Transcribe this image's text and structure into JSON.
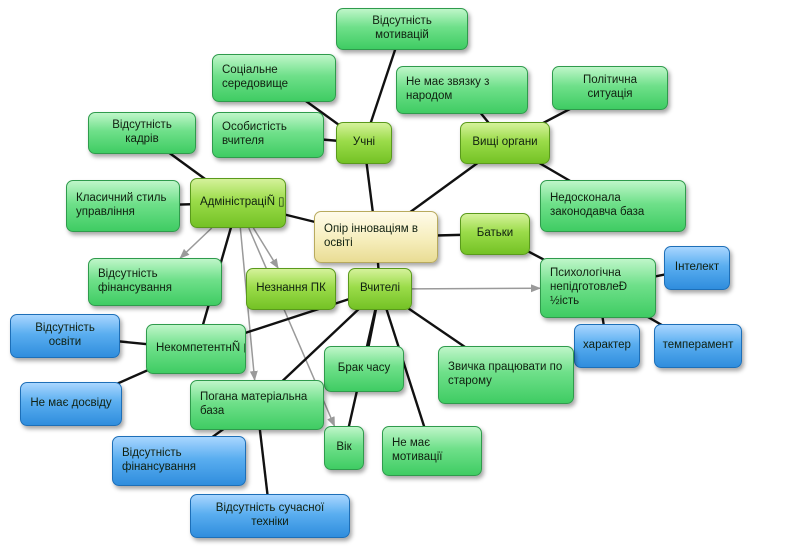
{
  "colors": {
    "green": "#5fdc7e",
    "lime": "#8fd23a",
    "blue": "#4aa3ea",
    "cream": "#f6eec0",
    "line": "#111111",
    "arrow": "#9a9a9a"
  },
  "nodes": [
    {
      "id": "center",
      "label": "Опір інноваціям в освіті",
      "style": "cream"
    },
    {
      "id": "motivation",
      "label": "Відсутність мотивацій",
      "style": "green"
    },
    {
      "id": "social",
      "label": "Соціальне середовище",
      "style": "green"
    },
    {
      "id": "teacher_personality",
      "label": "Особистість вчителя",
      "style": "green"
    },
    {
      "id": "students",
      "label": "Учні",
      "style": "lime"
    },
    {
      "id": "no_contact",
      "label": "Не має звязку з народом",
      "style": "green"
    },
    {
      "id": "politics",
      "label": "Політична ситуація",
      "style": "green"
    },
    {
      "id": "authorities",
      "label": "Вищі органи",
      "style": "lime"
    },
    {
      "id": "no_staff",
      "label": "Відсутність кадрів",
      "style": "green"
    },
    {
      "id": "admin",
      "label": "АдміністраціÑ ▯",
      "style": "lime"
    },
    {
      "id": "classic_style",
      "label": "Класичний стиль управління",
      "style": "green"
    },
    {
      "id": "legislation",
      "label": "Недосконала законодавча база",
      "style": "green"
    },
    {
      "id": "parents",
      "label": "Батьки",
      "style": "lime"
    },
    {
      "id": "no_funding",
      "label": "Відсутність фінансування",
      "style": "green"
    },
    {
      "id": "pc_ignorance",
      "label": "Незнання ПК",
      "style": "lime"
    },
    {
      "id": "teachers",
      "label": "Вчителі",
      "style": "lime"
    },
    {
      "id": "psych",
      "label": "Психологічна непідготовлеÐ ½ість",
      "style": "green"
    },
    {
      "id": "intellect",
      "label": "Інтелект",
      "style": "blue"
    },
    {
      "id": "no_education",
      "label": "Відсутність освіти",
      "style": "blue"
    },
    {
      "id": "incompetence",
      "label": "НекомпетентнÑ ▯сть",
      "style": "green"
    },
    {
      "id": "character",
      "label": "характер",
      "style": "blue"
    },
    {
      "id": "temperament",
      "label": "темперамент",
      "style": "blue"
    },
    {
      "id": "no_experience",
      "label": "Не має досвіду",
      "style": "blue"
    },
    {
      "id": "no_time",
      "label": "Брак часу",
      "style": "green"
    },
    {
      "id": "old_habit",
      "label": "Звичка працювати по старому",
      "style": "green"
    },
    {
      "id": "poor_base",
      "label": "Погана матеріальна база",
      "style": "green"
    },
    {
      "id": "age",
      "label": "Вік",
      "style": "green"
    },
    {
      "id": "no_motivation2",
      "label": "Не має мотивації",
      "style": "green"
    },
    {
      "id": "no_funding2",
      "label": "Відсутність фінансування",
      "style": "blue"
    },
    {
      "id": "no_tech",
      "label": "Відсутність сучасної техніки",
      "style": "blue"
    }
  ],
  "edges": [
    {
      "from": "center",
      "to": "students",
      "kind": "line"
    },
    {
      "from": "center",
      "to": "authorities",
      "kind": "line"
    },
    {
      "from": "center",
      "to": "admin",
      "kind": "line"
    },
    {
      "from": "center",
      "to": "parents",
      "kind": "line"
    },
    {
      "from": "center",
      "to": "teachers",
      "kind": "line"
    },
    {
      "from": "students",
      "to": "motivation",
      "kind": "line"
    },
    {
      "from": "students",
      "to": "social",
      "kind": "line"
    },
    {
      "from": "students",
      "to": "teacher_personality",
      "kind": "line"
    },
    {
      "from": "authorities",
      "to": "no_contact",
      "kind": "line"
    },
    {
      "from": "authorities",
      "to": "politics",
      "kind": "line"
    },
    {
      "from": "authorities",
      "to": "legislation",
      "kind": "line"
    },
    {
      "from": "admin",
      "to": "no_staff",
      "kind": "line"
    },
    {
      "from": "admin",
      "to": "classic_style",
      "kind": "line"
    },
    {
      "from": "admin",
      "to": "incompetence",
      "kind": "line"
    },
    {
      "from": "admin",
      "to": "no_funding",
      "kind": "arrow"
    },
    {
      "from": "admin",
      "to": "pc_ignorance",
      "kind": "arrow"
    },
    {
      "from": "admin",
      "to": "poor_base",
      "kind": "arrow"
    },
    {
      "from": "admin",
      "to": "age",
      "kind": "arrow"
    },
    {
      "from": "parents",
      "to": "psych",
      "kind": "line"
    },
    {
      "from": "psych",
      "to": "intellect",
      "kind": "line"
    },
    {
      "from": "psych",
      "to": "character",
      "kind": "line"
    },
    {
      "from": "psych",
      "to": "temperament",
      "kind": "line"
    },
    {
      "from": "teachers",
      "to": "psych",
      "kind": "arrow"
    },
    {
      "from": "teachers",
      "to": "incompetence",
      "kind": "line"
    },
    {
      "from": "teachers",
      "to": "poor_base",
      "kind": "line"
    },
    {
      "from": "teachers",
      "to": "no_time",
      "kind": "line"
    },
    {
      "from": "teachers",
      "to": "old_habit",
      "kind": "line"
    },
    {
      "from": "teachers",
      "to": "no_motivation2",
      "kind": "line"
    },
    {
      "from": "teachers",
      "to": "age",
      "kind": "line"
    },
    {
      "from": "incompetence",
      "to": "no_education",
      "kind": "line"
    },
    {
      "from": "incompetence",
      "to": "no_experience",
      "kind": "line"
    },
    {
      "from": "poor_base",
      "to": "no_funding2",
      "kind": "line"
    },
    {
      "from": "poor_base",
      "to": "no_tech",
      "kind": "line"
    }
  ]
}
